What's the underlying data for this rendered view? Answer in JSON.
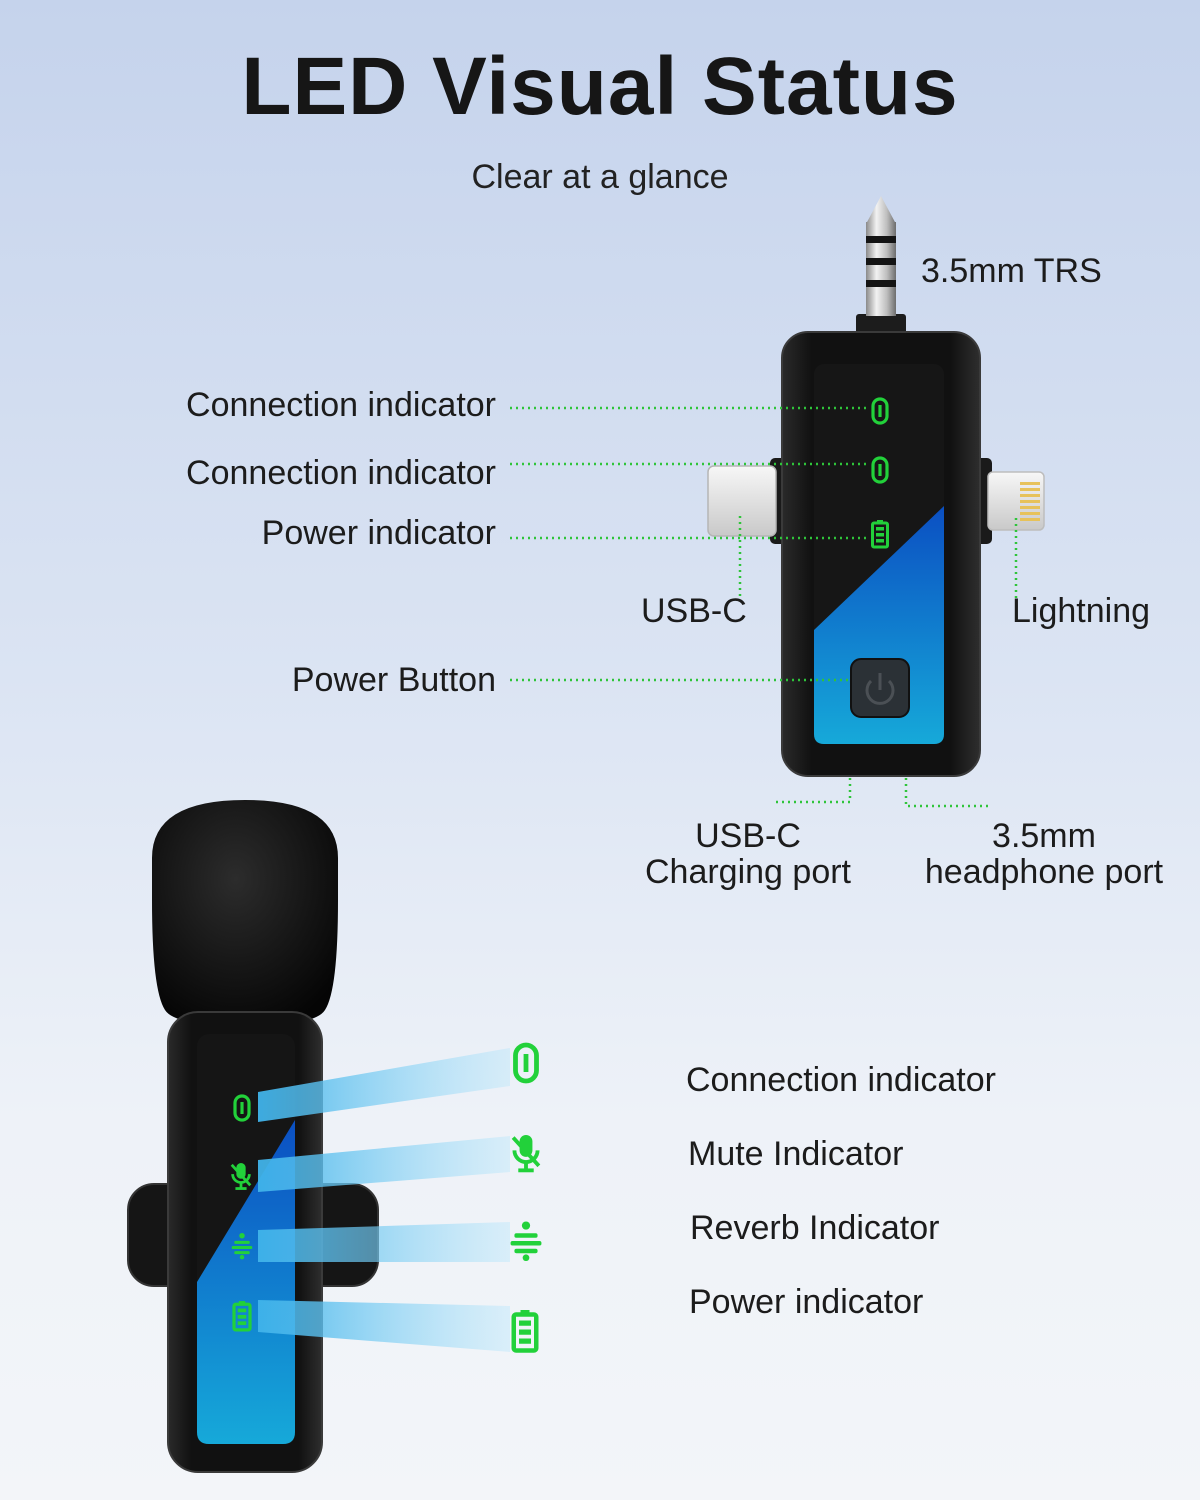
{
  "title": "LED Visual Status",
  "subtitle": "Clear at a glance",
  "receiver": {
    "jack_label": "3.5mm TRS",
    "left_labels": [
      "Connection indicator",
      "Connection indicator",
      "Power indicator",
      "Power Button"
    ],
    "usbc_label": "USB-C",
    "lightning_label": "Lightning",
    "bottom_left_label_l1": "USB-C",
    "bottom_left_label_l2": "Charging port",
    "bottom_right_label_l1": "3.5mm",
    "bottom_right_label_l2": "headphone port"
  },
  "transmitter": {
    "labels": [
      "Connection indicator",
      "Mute Indicator",
      "Reverb Indicator",
      "Power indicator"
    ]
  },
  "icons": [
    "link-icon",
    "link-icon",
    "battery-icon",
    "power-icon",
    "link-icon",
    "mic-mute-icon",
    "reverb-icon",
    "battery-icon"
  ],
  "colors": {
    "led_green": "#22d13a",
    "device_black": "#121212",
    "panel_blue": "#0f66c8",
    "panel_cyan": "#12a6d8"
  }
}
